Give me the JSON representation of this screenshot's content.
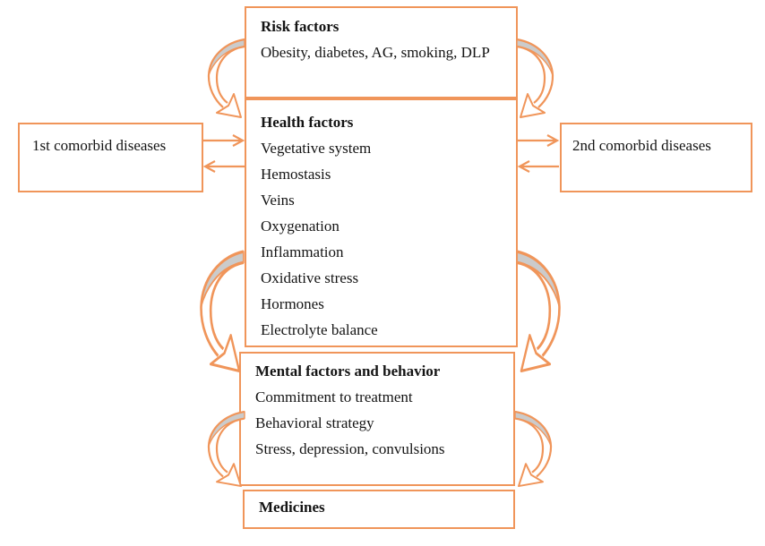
{
  "boxes": {
    "risk": {
      "title": "Risk factors",
      "items": [
        "Obesity, diabetes, AG, smoking, DLP"
      ]
    },
    "health": {
      "title": "Health factors",
      "items": [
        "Vegetative system",
        "Hemostasis",
        "Veins",
        "Oxygenation",
        "Inflammation",
        "Oxidative stress",
        "Hormones",
        "Electrolyte balance"
      ]
    },
    "mental": {
      "title": "Mental factors and behavior",
      "items": [
        "Commitment to treatment",
        "Behavioral strategy",
        "Stress, depression, convulsions"
      ]
    },
    "medicines": {
      "title": "Medicines"
    },
    "comorbid_left": {
      "title": "1st comorbid diseases"
    },
    "comorbid_right": {
      "title": "2nd comorbid diseases"
    }
  },
  "icons": {
    "curved_arrows": [
      "curved-cycle-arrow-top-left",
      "curved-cycle-arrow-top-right",
      "curved-cycle-arrow-mid-left",
      "curved-cycle-arrow-mid-right",
      "curved-cycle-arrow-bottom-left",
      "curved-cycle-arrow-bottom-right"
    ],
    "straight_arrows": [
      "arrow-left-box-to-health",
      "arrow-health-to-left-box",
      "arrow-health-to-right-box",
      "arrow-right-box-to-health"
    ]
  },
  "colors": {
    "accent": "#F0955A",
    "arrow_gray": "#CBCBCB",
    "text": "#141414",
    "background": "#FFFFFF"
  }
}
